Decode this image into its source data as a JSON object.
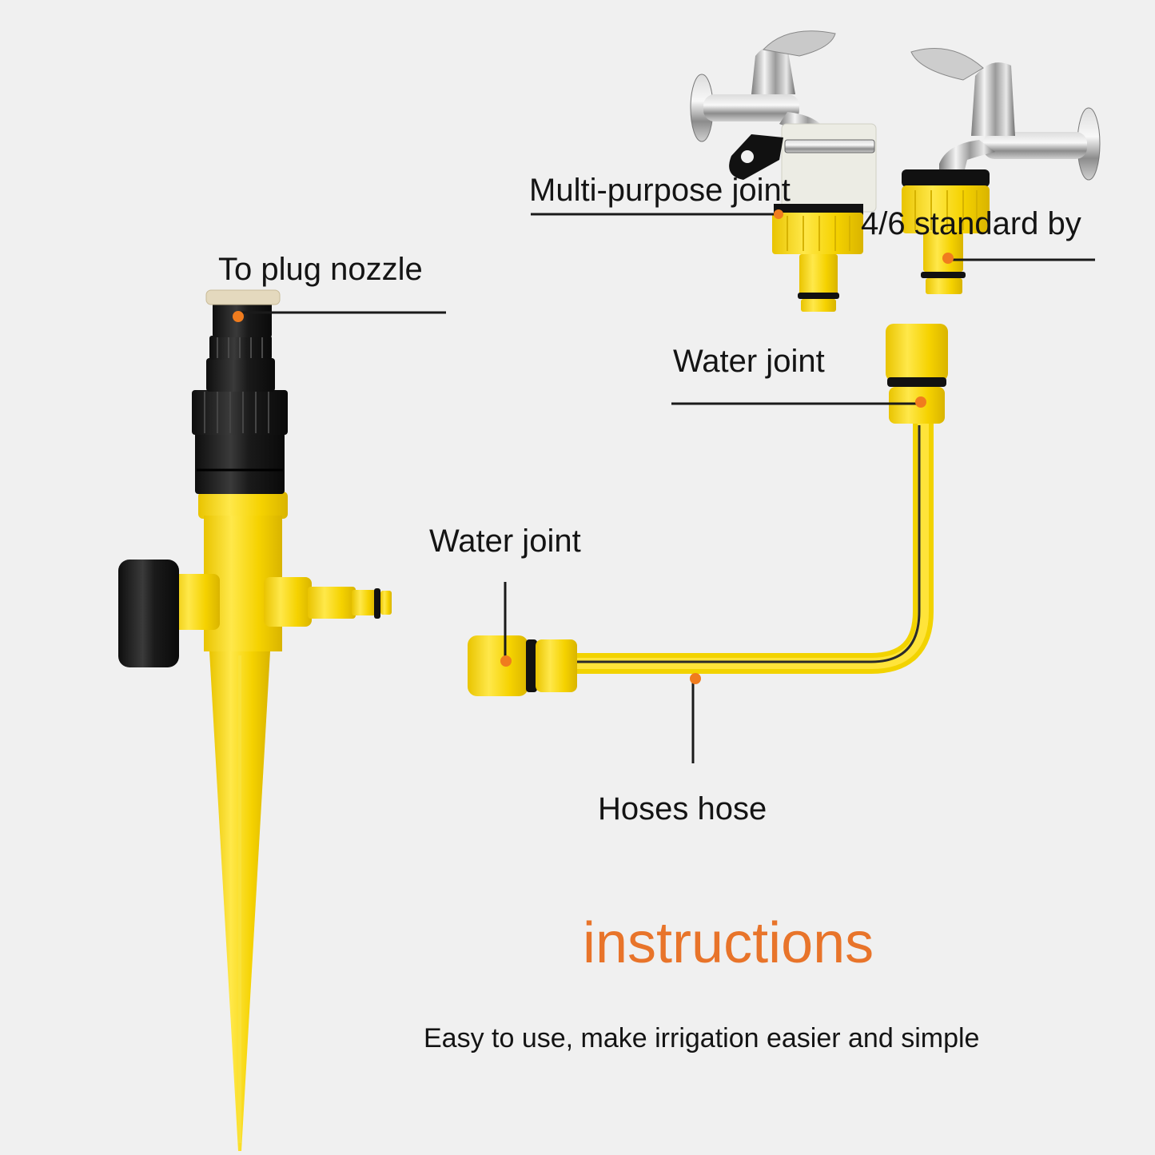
{
  "diagram": {
    "background_color": "#f0f0f0",
    "accent_color": "#e8742a",
    "part_color": "#f5d90f",
    "title": "instructions",
    "subtitle": "Easy to use, make irrigation easier and simple",
    "callouts": [
      {
        "id": "multi-purpose-joint",
        "label": "Multi-purpose joint"
      },
      {
        "id": "standard-by",
        "label": "4/6 standard by"
      },
      {
        "id": "plug-nozzle",
        "label": "To plug nozzle"
      },
      {
        "id": "water-joint-top",
        "label": "Water joint"
      },
      {
        "id": "water-joint-left",
        "label": "Water joint"
      },
      {
        "id": "hoses-hose",
        "label": "Hoses hose"
      }
    ],
    "components": [
      {
        "id": "faucet-left",
        "icon": "faucet-with-multi-purpose-adapter"
      },
      {
        "id": "faucet-right",
        "icon": "faucet-with-threaded-adapter"
      },
      {
        "id": "sprinkler-spike",
        "icon": "sprinkler-stake"
      },
      {
        "id": "hose-assembly",
        "icon": "hose-with-quick-connectors"
      }
    ]
  }
}
